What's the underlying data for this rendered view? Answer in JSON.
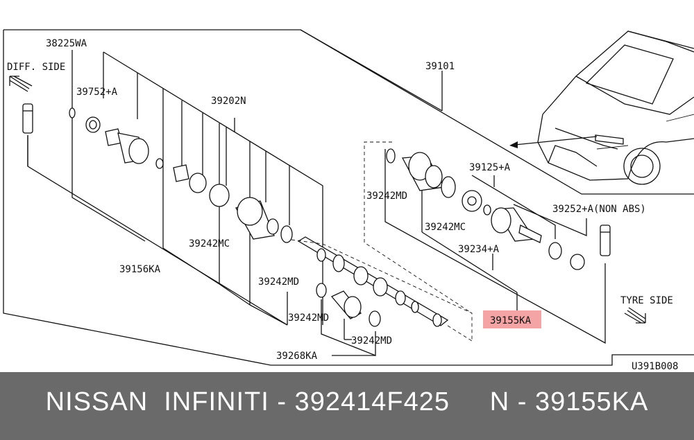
{
  "labels": {
    "diff_side": "DIFF. SIDE",
    "tyre_side": "TYRE SIDE",
    "p38225wa": "38225WA",
    "p39752a": "39752+A",
    "p39202n": "39202N",
    "p39101": "39101",
    "p39242md_left": "39242MD",
    "p39125a": "39125+A",
    "p39242mc_right": "39242MC",
    "p39252a": "39252+A(NON ABS)",
    "p39234a": "39234+A",
    "p39242mc_left": "39242MC",
    "p39156ka": "39156KA",
    "p39242md_mid": "39242MD",
    "p39242md_low": "39242MD",
    "p39242md_bottom": "39242MD",
    "p39268ka": "39268KA",
    "p39155ka": "39155KA",
    "code": "U391B008"
  },
  "colors": {
    "highlight": "#f4a4a4",
    "footer_bg": "#6a6a6a",
    "footer_text": "#ffffff"
  },
  "footer": {
    "text": "NISSAN  INFINITI - 392414F425     N - 39155KA"
  }
}
